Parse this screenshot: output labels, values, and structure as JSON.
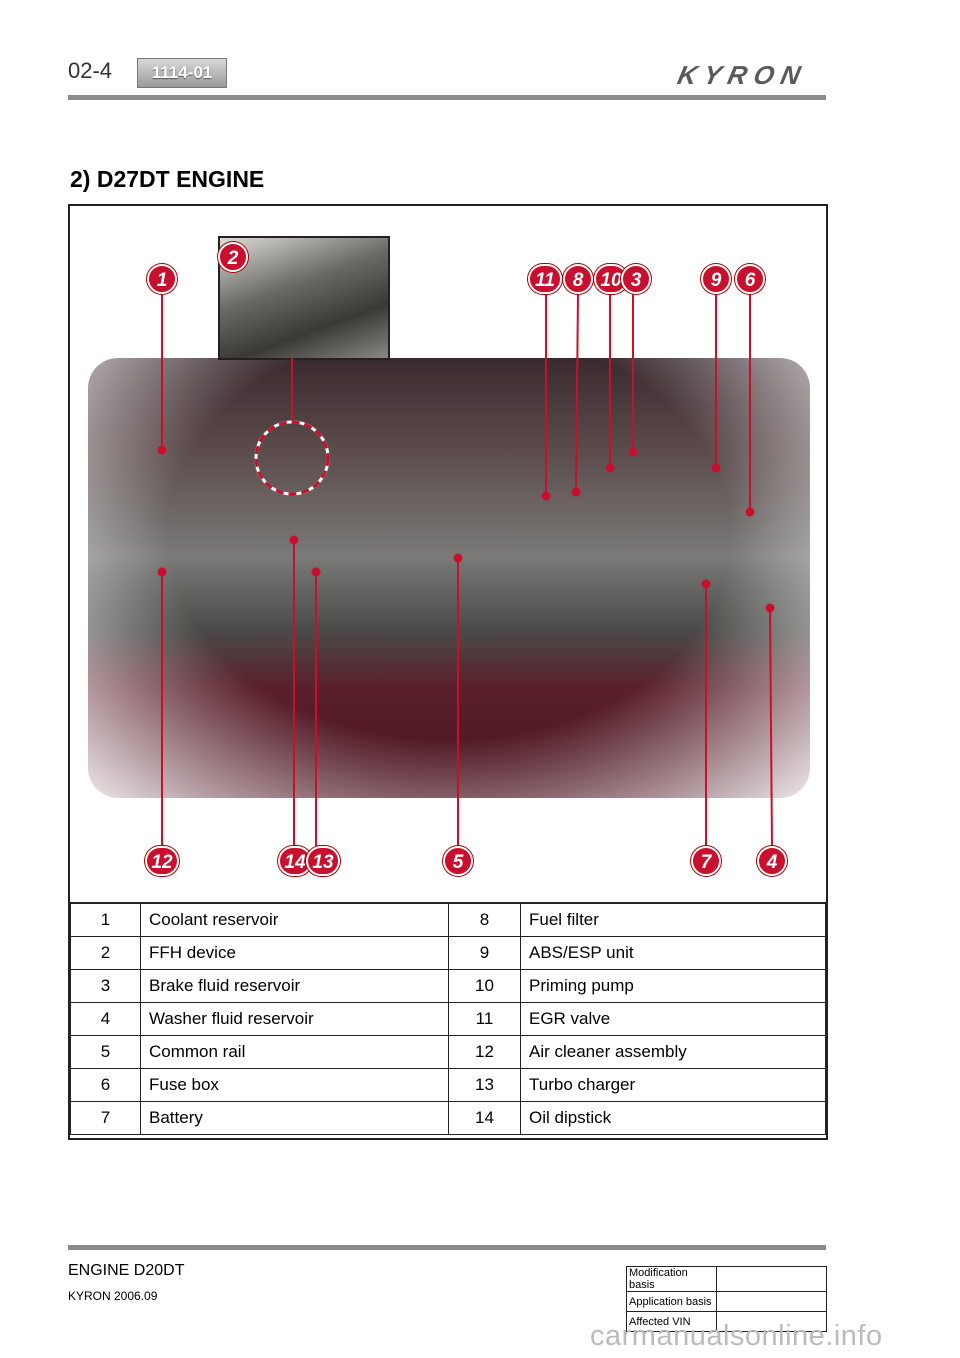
{
  "header": {
    "page_number": "02-4",
    "section_code": "1114-01",
    "brand": "KYRON"
  },
  "title": "2) D27DT ENGINE",
  "figure": {
    "callouts": [
      "1",
      "2",
      "11",
      "8",
      "10",
      "3",
      "9",
      "6",
      "12",
      "14",
      "13",
      "5",
      "7",
      "4"
    ],
    "badge_color": "#c8102e"
  },
  "parts": [
    {
      "left_no": "1",
      "left_name": "Coolant reservoir",
      "right_no": "8",
      "right_name": "Fuel filter"
    },
    {
      "left_no": "2",
      "left_name": "FFH device",
      "right_no": "9",
      "right_name": "ABS/ESP unit"
    },
    {
      "left_no": "3",
      "left_name": "Brake fluid reservoir",
      "right_no": "10",
      "right_name": "Priming pump"
    },
    {
      "left_no": "4",
      "left_name": "Washer fluid reservoir",
      "right_no": "11",
      "right_name": "EGR valve"
    },
    {
      "left_no": "5",
      "left_name": "Common rail",
      "right_no": "12",
      "right_name": "Air cleaner assembly"
    },
    {
      "left_no": "6",
      "left_name": "Fuse box",
      "right_no": "13",
      "right_name": "Turbo charger"
    },
    {
      "left_no": "7",
      "left_name": "Battery",
      "right_no": "14",
      "right_name": "Oil dipstick"
    }
  ],
  "footer": {
    "title": "ENGINE D20DT",
    "subtitle": "KYRON 2006.09",
    "revision_labels": [
      "Modification basis",
      "Application basis",
      "Affected VIN"
    ],
    "watermark": "carmanualsonline.info"
  }
}
